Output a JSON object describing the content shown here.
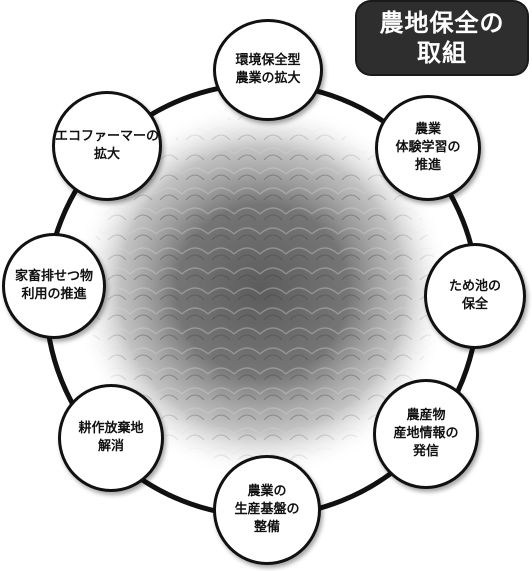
{
  "title": {
    "line1": "農地保全の",
    "line2": "取組"
  },
  "nodes": [
    {
      "id": "env",
      "lines": [
        "環境保全型",
        "農業の拡大"
      ]
    },
    {
      "id": "exp",
      "lines": [
        "農業",
        "体験学習の",
        "推進"
      ]
    },
    {
      "id": "pond",
      "lines": [
        "ため池の",
        "保全"
      ]
    },
    {
      "id": "info",
      "lines": [
        "農産物",
        "産地情報の",
        "発信"
      ]
    },
    {
      "id": "infra",
      "lines": [
        "農業の",
        "生産基盤の",
        "整備"
      ]
    },
    {
      "id": "aband",
      "lines": [
        "耕作放棄地",
        "解消"
      ]
    },
    {
      "id": "manure",
      "lines": [
        "家畜排せつ物",
        "利用の推進"
      ]
    },
    {
      "id": "eco",
      "lines": [
        "エコファーマーの",
        "拡大"
      ]
    }
  ],
  "colors": {
    "ring": "#111111",
    "node_fill": "#ffffff",
    "badge_fill": "#2e2e2e",
    "badge_text": "#ffffff"
  }
}
